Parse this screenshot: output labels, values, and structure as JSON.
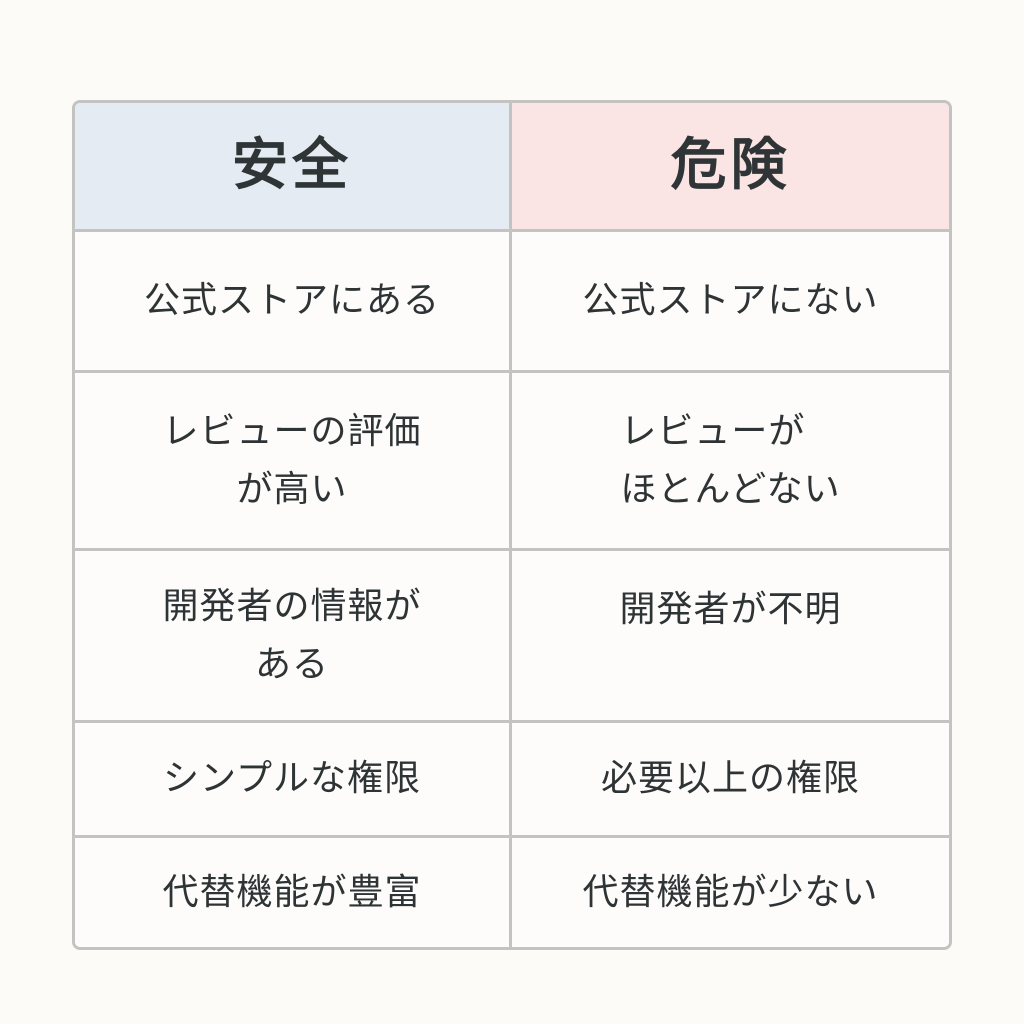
{
  "table": {
    "headers": {
      "safe": "安全",
      "danger": "危険"
    },
    "colors": {
      "safe_header_bg": "#e4ebf2",
      "danger_header_bg": "#fbe5e4",
      "border": "#c3c3c1",
      "text": "#2e3335"
    },
    "rows": [
      {
        "safe": "公式ストアにある",
        "danger": "公式ストアにない"
      },
      {
        "safe": "レビューの評価\nが高い",
        "danger": "レビューが\nほとんどない"
      },
      {
        "safe": "開発者の情報が\nある",
        "danger": "開発者が不明"
      },
      {
        "safe": "シンプルな権限",
        "danger": "必要以上の権限"
      },
      {
        "safe": "代替機能が豊富",
        "danger": "代替機能が少ない"
      }
    ]
  }
}
